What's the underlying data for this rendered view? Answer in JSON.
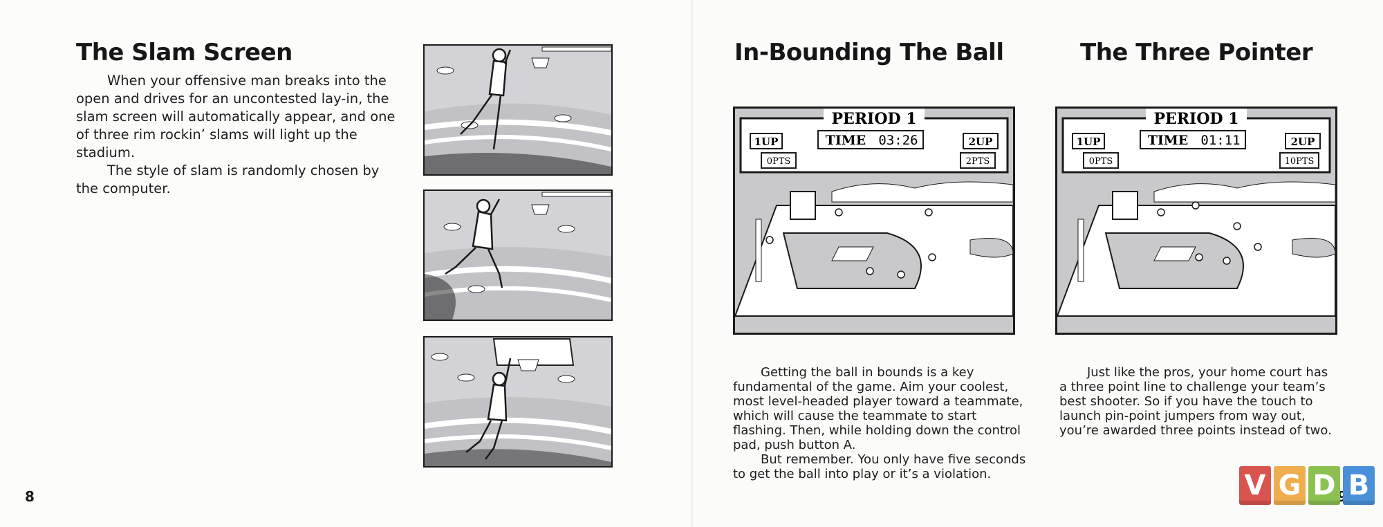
{
  "left_page": {
    "title": "The Slam Screen",
    "paragraphs": [
      "When your offensive man breaks into the open and drives for an uncontested lay-in, the slam screen will automatically appear, and one of three rim rockin’ slams will light up the stadium.",
      "The style of slam is randomly chosen by the computer."
    ],
    "page_number": "8"
  },
  "right_page": {
    "inbound": {
      "title": "In-Bounding The Ball",
      "paragraphs": [
        "Getting the ball in bounds is a key fundamental of the game. Aim your coolest, most level-headed player toward a teammate, which will cause the teammate to start flashing. Then, while holding down the control pad, push button A.",
        "But remember. You only have five seconds to get the ball into play or it’s a violation."
      ],
      "scoreboard": {
        "period": "PERIOD 1",
        "p1": "1UP",
        "p2": "2UP",
        "time_label": "TIME",
        "time": "03:26",
        "p1_pts": "0PTS",
        "p2_pts": "2PTS"
      }
    },
    "three": {
      "title": "The Three Pointer",
      "paragraphs": [
        "Just like the pros, your home court has a three point line to challenge your team’s best shooter. So if you have the touch to launch pin-point jumpers from way out, you’re awarded three points instead of two."
      ],
      "scoreboard": {
        "period": "PERIOD 1",
        "p1": "1UP",
        "p2": "2UP",
        "time_label": "TIME",
        "time": "01:11",
        "p1_pts": "0PTS",
        "p2_pts": "10PTS"
      }
    },
    "page_number": "9"
  },
  "watermark": {
    "letters": [
      "V",
      "G",
      "D",
      "B"
    ],
    "colors": [
      "#d9534f",
      "#f0ad4e",
      "#8cc152",
      "#4a90d9"
    ]
  }
}
